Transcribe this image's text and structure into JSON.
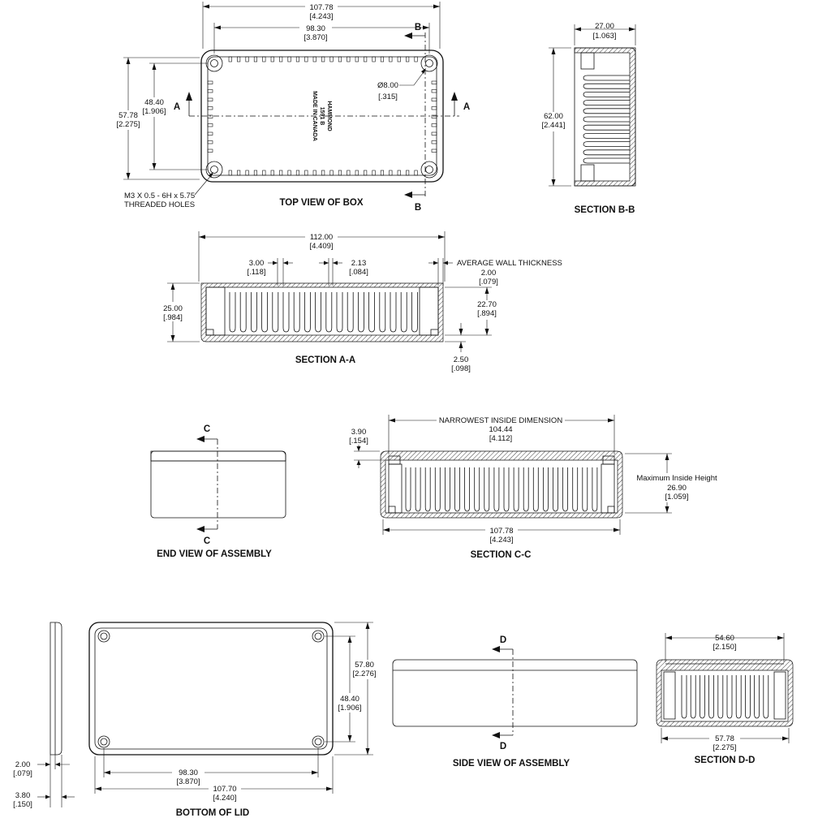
{
  "dims": {
    "top_overall": [
      "107.78",
      "[4.243]"
    ],
    "top_holes": [
      "98.30",
      "[3.870]"
    ],
    "top_height_holes": [
      "48.40",
      "[1.906]"
    ],
    "top_height_overall": [
      "57.78",
      "[2.275]"
    ],
    "hole_dia": [
      "Ø8.00",
      "[.315]"
    ],
    "thread_note": [
      "M3 X 0.5 - 6H x 5.75",
      "THREADED HOLES"
    ],
    "bb_width": [
      "27.00",
      "[1.063]"
    ],
    "bb_height": [
      "62.00",
      "[2.441]"
    ],
    "aa_overall": [
      "112.00",
      "[4.409]"
    ],
    "aa_rib_pitch": [
      "3.00",
      "[.118]"
    ],
    "aa_rib_width": [
      "2.13",
      "[.084]"
    ],
    "aa_wall_note": "AVERAGE WALL THICKNESS",
    "aa_wall": [
      "2.00",
      "[.079]"
    ],
    "aa_height": [
      "25.00",
      "[.984]"
    ],
    "aa_inside_height": [
      "22.70",
      "[.894]"
    ],
    "aa_floor": [
      "2.50",
      "[.098]"
    ],
    "cc_narrow_note": "NARROWEST INSIDE DIMENSION",
    "cc_narrow": [
      "104.44",
      "[4.112]"
    ],
    "cc_lip": [
      "3.90",
      "[.154]"
    ],
    "cc_max_note": "Maximum Inside Height",
    "cc_max": [
      "26.90",
      "[1.059]"
    ],
    "cc_overall": [
      "107.78",
      "[4.243]"
    ],
    "lid_thick1": [
      "2.00",
      "[.079]"
    ],
    "lid_thick2": [
      "3.80",
      "[.150]"
    ],
    "lid_height": [
      "57.80",
      "[2.276]"
    ],
    "lid_holes_h": [
      "48.40",
      "[1.906]"
    ],
    "lid_holes_w": [
      "98.30",
      "[3.870]"
    ],
    "lid_overall": [
      "107.70",
      "[4.240]"
    ],
    "dd_top": [
      "54.60",
      "[2.150]"
    ],
    "dd_bottom": [
      "57.78",
      "[2.275]"
    ]
  },
  "labels": {
    "top_view": "TOP VIEW OF BOX",
    "section_bb": "SECTION  B-B",
    "section_aa": "SECTION  A-A",
    "end_view": "END VIEW OF ASSEMBLY",
    "section_cc": "SECTION  C-C",
    "bottom_lid": "BOTTOM OF LID",
    "side_view": "SIDE VIEW OF ASSEMBLY",
    "section_dd": "SECTION  D-D"
  },
  "markers": {
    "a": "A",
    "b": "B",
    "c": "C",
    "d": "D"
  },
  "embossed": [
    "HAMMOND",
    "1591 B",
    "MADE IN CANADA"
  ]
}
